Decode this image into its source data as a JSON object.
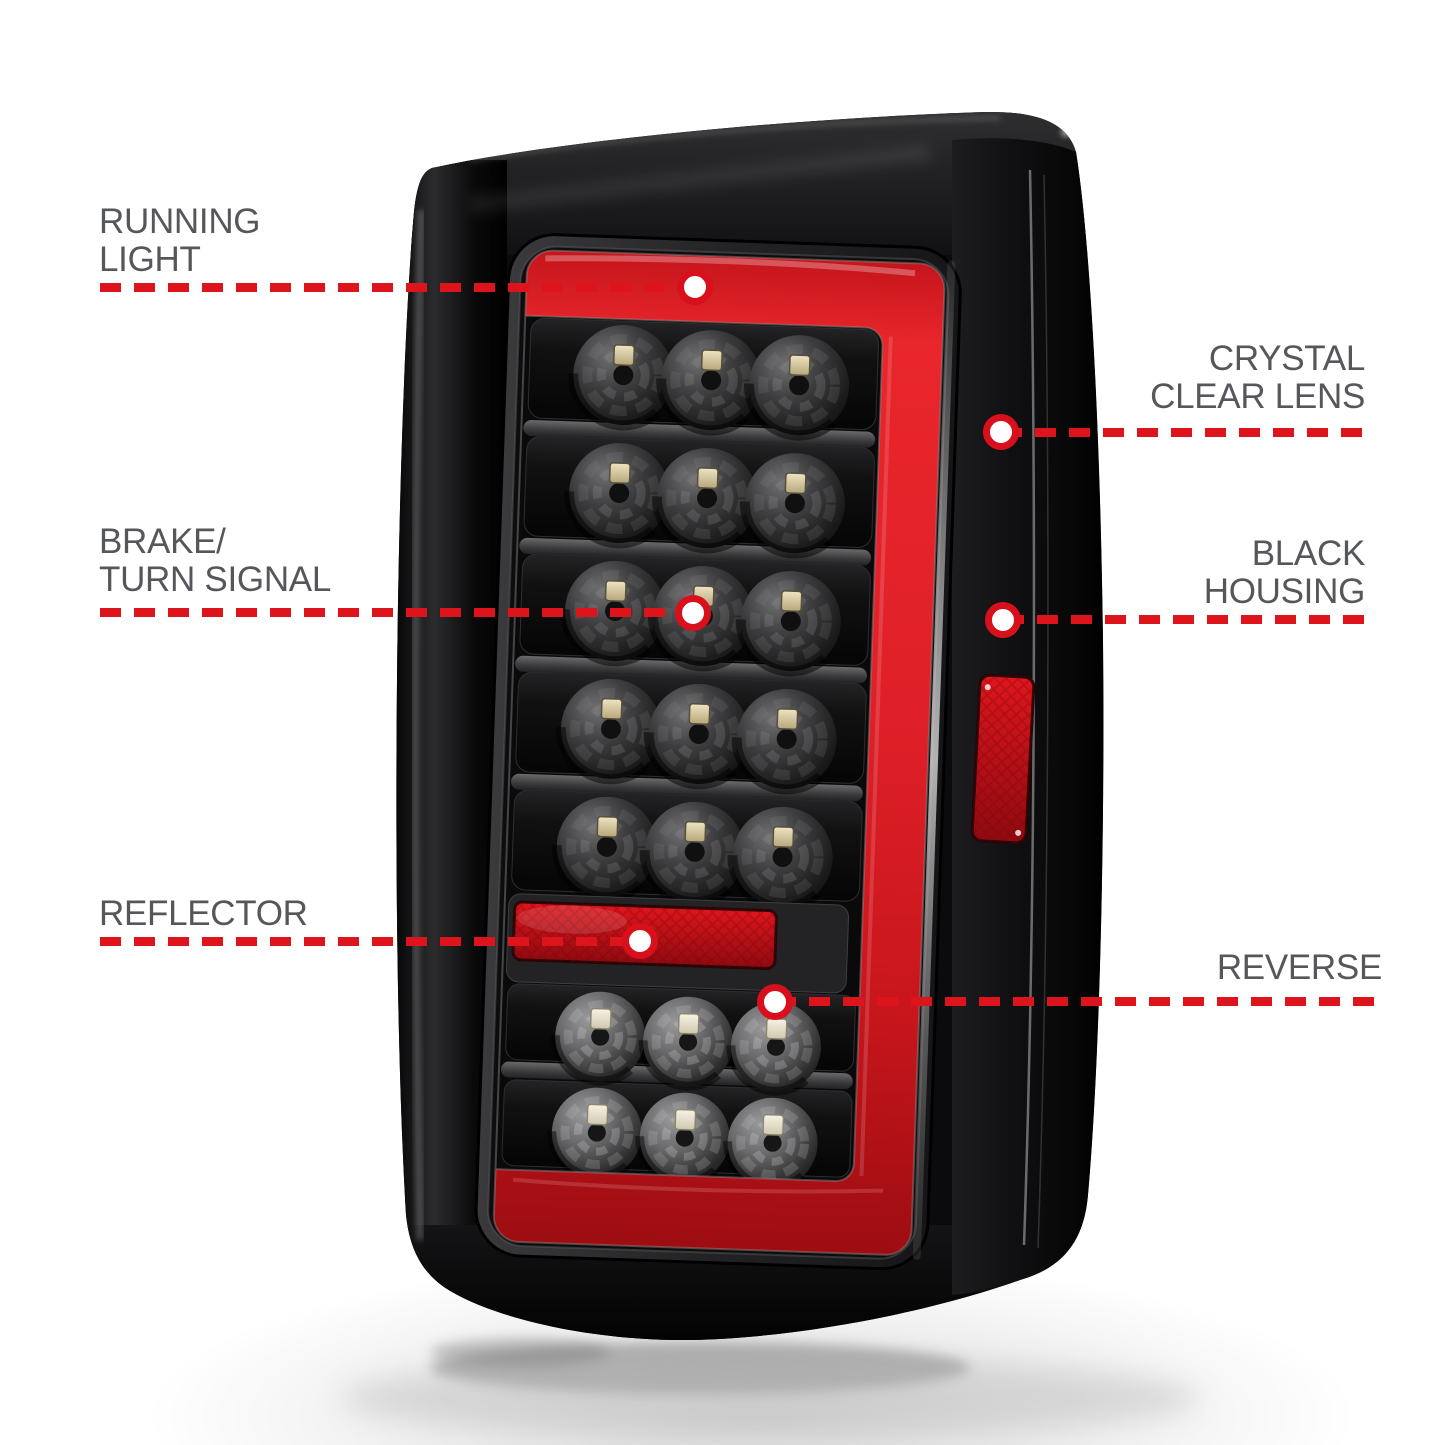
{
  "colors": {
    "label_text": "#56575a",
    "callout_red": "#de141d",
    "dot_fill": "#ffffff",
    "dot_ring": "#d8101c",
    "housing_black": "#0b0b0d",
    "light_bar_red": "#e02028",
    "reflector_red": "#c8101a"
  },
  "callouts": [
    {
      "id": "running-light",
      "side": "left",
      "lines": [
        "RUNNING",
        "LIGHT"
      ]
    },
    {
      "id": "brake-turn-signal",
      "side": "left",
      "lines": [
        "BRAKE/",
        "TURN SIGNAL"
      ]
    },
    {
      "id": "reflector",
      "side": "left",
      "lines": [
        "REFLECTOR"
      ]
    },
    {
      "id": "crystal-clear-lens",
      "side": "right",
      "lines": [
        "CRYSTAL",
        "CLEAR LENS"
      ]
    },
    {
      "id": "black-housing",
      "side": "right",
      "lines": [
        "BLACK",
        "HOUSING"
      ]
    },
    {
      "id": "reverse",
      "side": "right",
      "lines": [
        "REVERSE"
      ]
    }
  ]
}
